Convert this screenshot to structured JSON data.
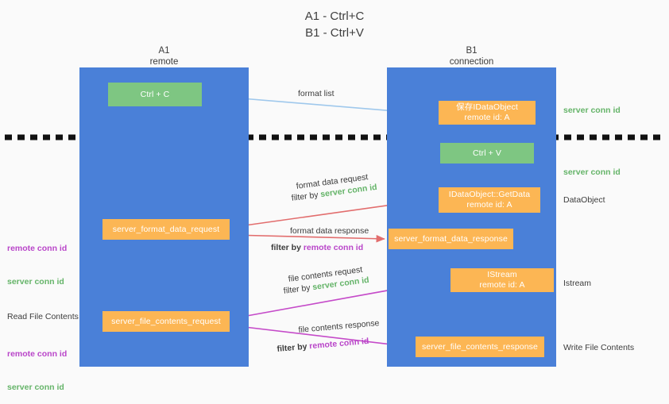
{
  "title": "A1 - Ctrl+C\nB1 - Ctrl+V",
  "columns": {
    "left": {
      "caption": "A1\nremote"
    },
    "right": {
      "caption": "B1\nconnection"
    }
  },
  "boxes": {
    "ctrl_c": "Ctrl + C",
    "save_idataobject": "保存IDataObject\nremote id: A",
    "ctrl_v": "Ctrl + V",
    "get_data": "IDataObject::GetData\nremote id: A",
    "server_format_data_request": "server_format_data_request",
    "server_format_data_response": "server_format_data_response",
    "istream": "IStream\nremote id: A",
    "server_file_contents_request": "server_file_contents_request",
    "server_file_contents_response": "server_file_contents_response"
  },
  "edges": {
    "format_list": "format list",
    "format_data_request": "format data request",
    "format_data_request_filter_prefix": "filter by ",
    "format_data_request_filter_value": "server conn id",
    "format_data_response": "format data response",
    "format_data_response_filter_prefix": "filter by ",
    "format_data_response_filter_value": "remote conn id",
    "file_contents_request": "file contents request",
    "file_contents_request_filter_prefix": "filter by ",
    "file_contents_request_filter_value": "server conn id",
    "file_contents_response": "file contents response",
    "file_contents_response_filter_prefix": "filter by ",
    "file_contents_response_filter_value": "remote conn id"
  },
  "annotations": {
    "server_conn_id_top": "server conn id",
    "server_conn_id_mid": "server conn id",
    "data_object": "DataObject",
    "istream": "Istream",
    "write_file_contents": "Write File Contents",
    "read_file_contents": "Read File Contents",
    "remote_conn_id_a": "remote conn id",
    "server_conn_id_a": "server conn id",
    "remote_conn_id_b": "remote conn id",
    "server_conn_id_b": "server conn id"
  },
  "colors": {
    "panel_blue": "#4a80d8",
    "box_green": "#7ec682",
    "box_orange": "#fcb654",
    "server_conn_green": "#65b469",
    "remote_conn_purple": "#b945c9",
    "arrow_format_list": "#9fc8ec",
    "arrow_format_data": "#e26d6d",
    "arrow_file_contents": "#c54bc9",
    "arrow_flow_black": "#111111",
    "divider_dashed": "#111111"
  }
}
